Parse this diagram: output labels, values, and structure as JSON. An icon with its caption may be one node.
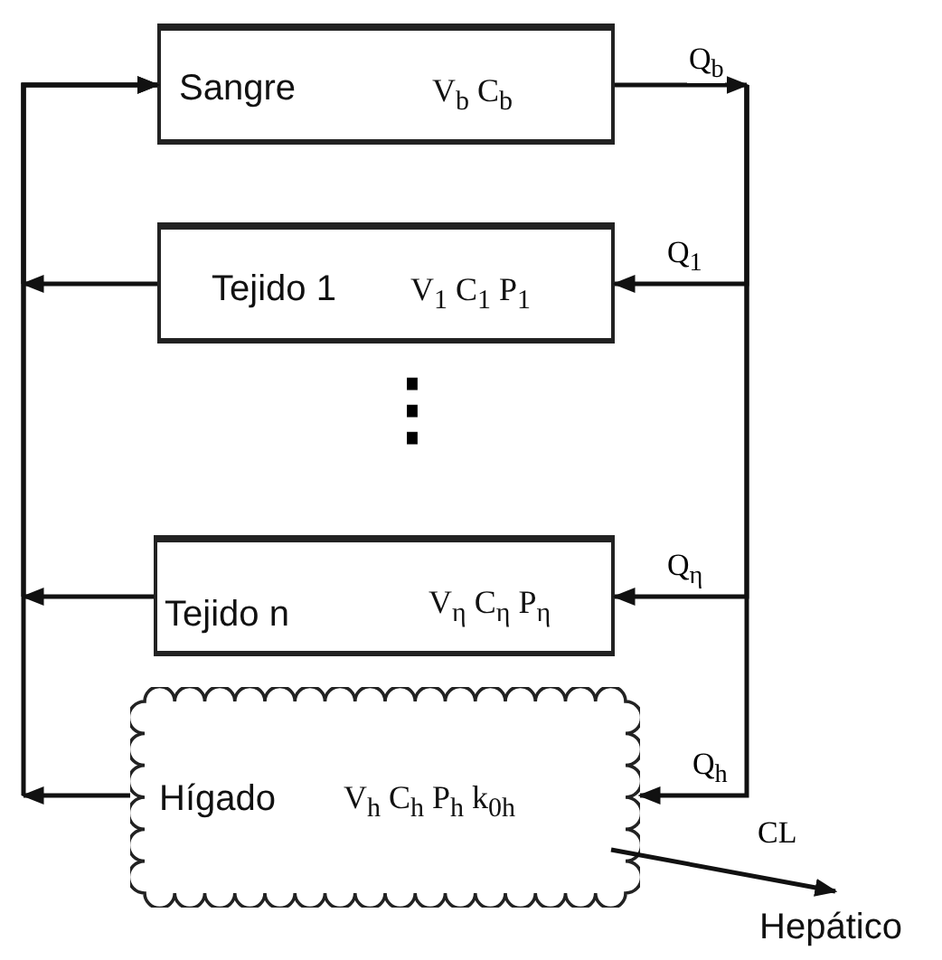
{
  "diagram": {
    "nodes": [
      {
        "text": [
          "Sangre",
          "V$_{b}$ C$_{b}$"
        ]
      },
      {
        "text": [
          "Tejido 1",
          "V$_{1}$ C$_{1}$ P$_{1}$"
        ]
      },
      {
        "text": [
          "Tejido n",
          "V$_{η}$ C$_{η}$ P$_{η}$"
        ]
      },
      {
        "text": [
          "Hígado",
          "V$_{h}$ C$_{h}$ P$_{h}$ k$_{0h}$"
        ]
      },
      {
        "text": [
          "Hepático"
        ]
      }
    ],
    "edges": [
      {
        "from": 0,
        "to": 1,
        "arrow": "to",
        "label": "Q$_{1}$"
      },
      {
        "from": 0,
        "to": 2,
        "arrow": "to",
        "label": "Q$_{η}$"
      },
      {
        "from": 0,
        "to": 3,
        "arrow": "to",
        "label": "Q$_{h}$"
      },
      {
        "from": 1,
        "to": 0,
        "arrow": "to"
      },
      {
        "from": 2,
        "to": 0,
        "arrow": "to"
      },
      {
        "from": 3,
        "to": 0,
        "arrow": "to"
      },
      {
        "from": 3,
        "to": 4,
        "arrow": "to",
        "label": "CL"
      }
    ],
    "labels": [
      "Q$_{b}$",
      "⋮"
    ]
  }
}
